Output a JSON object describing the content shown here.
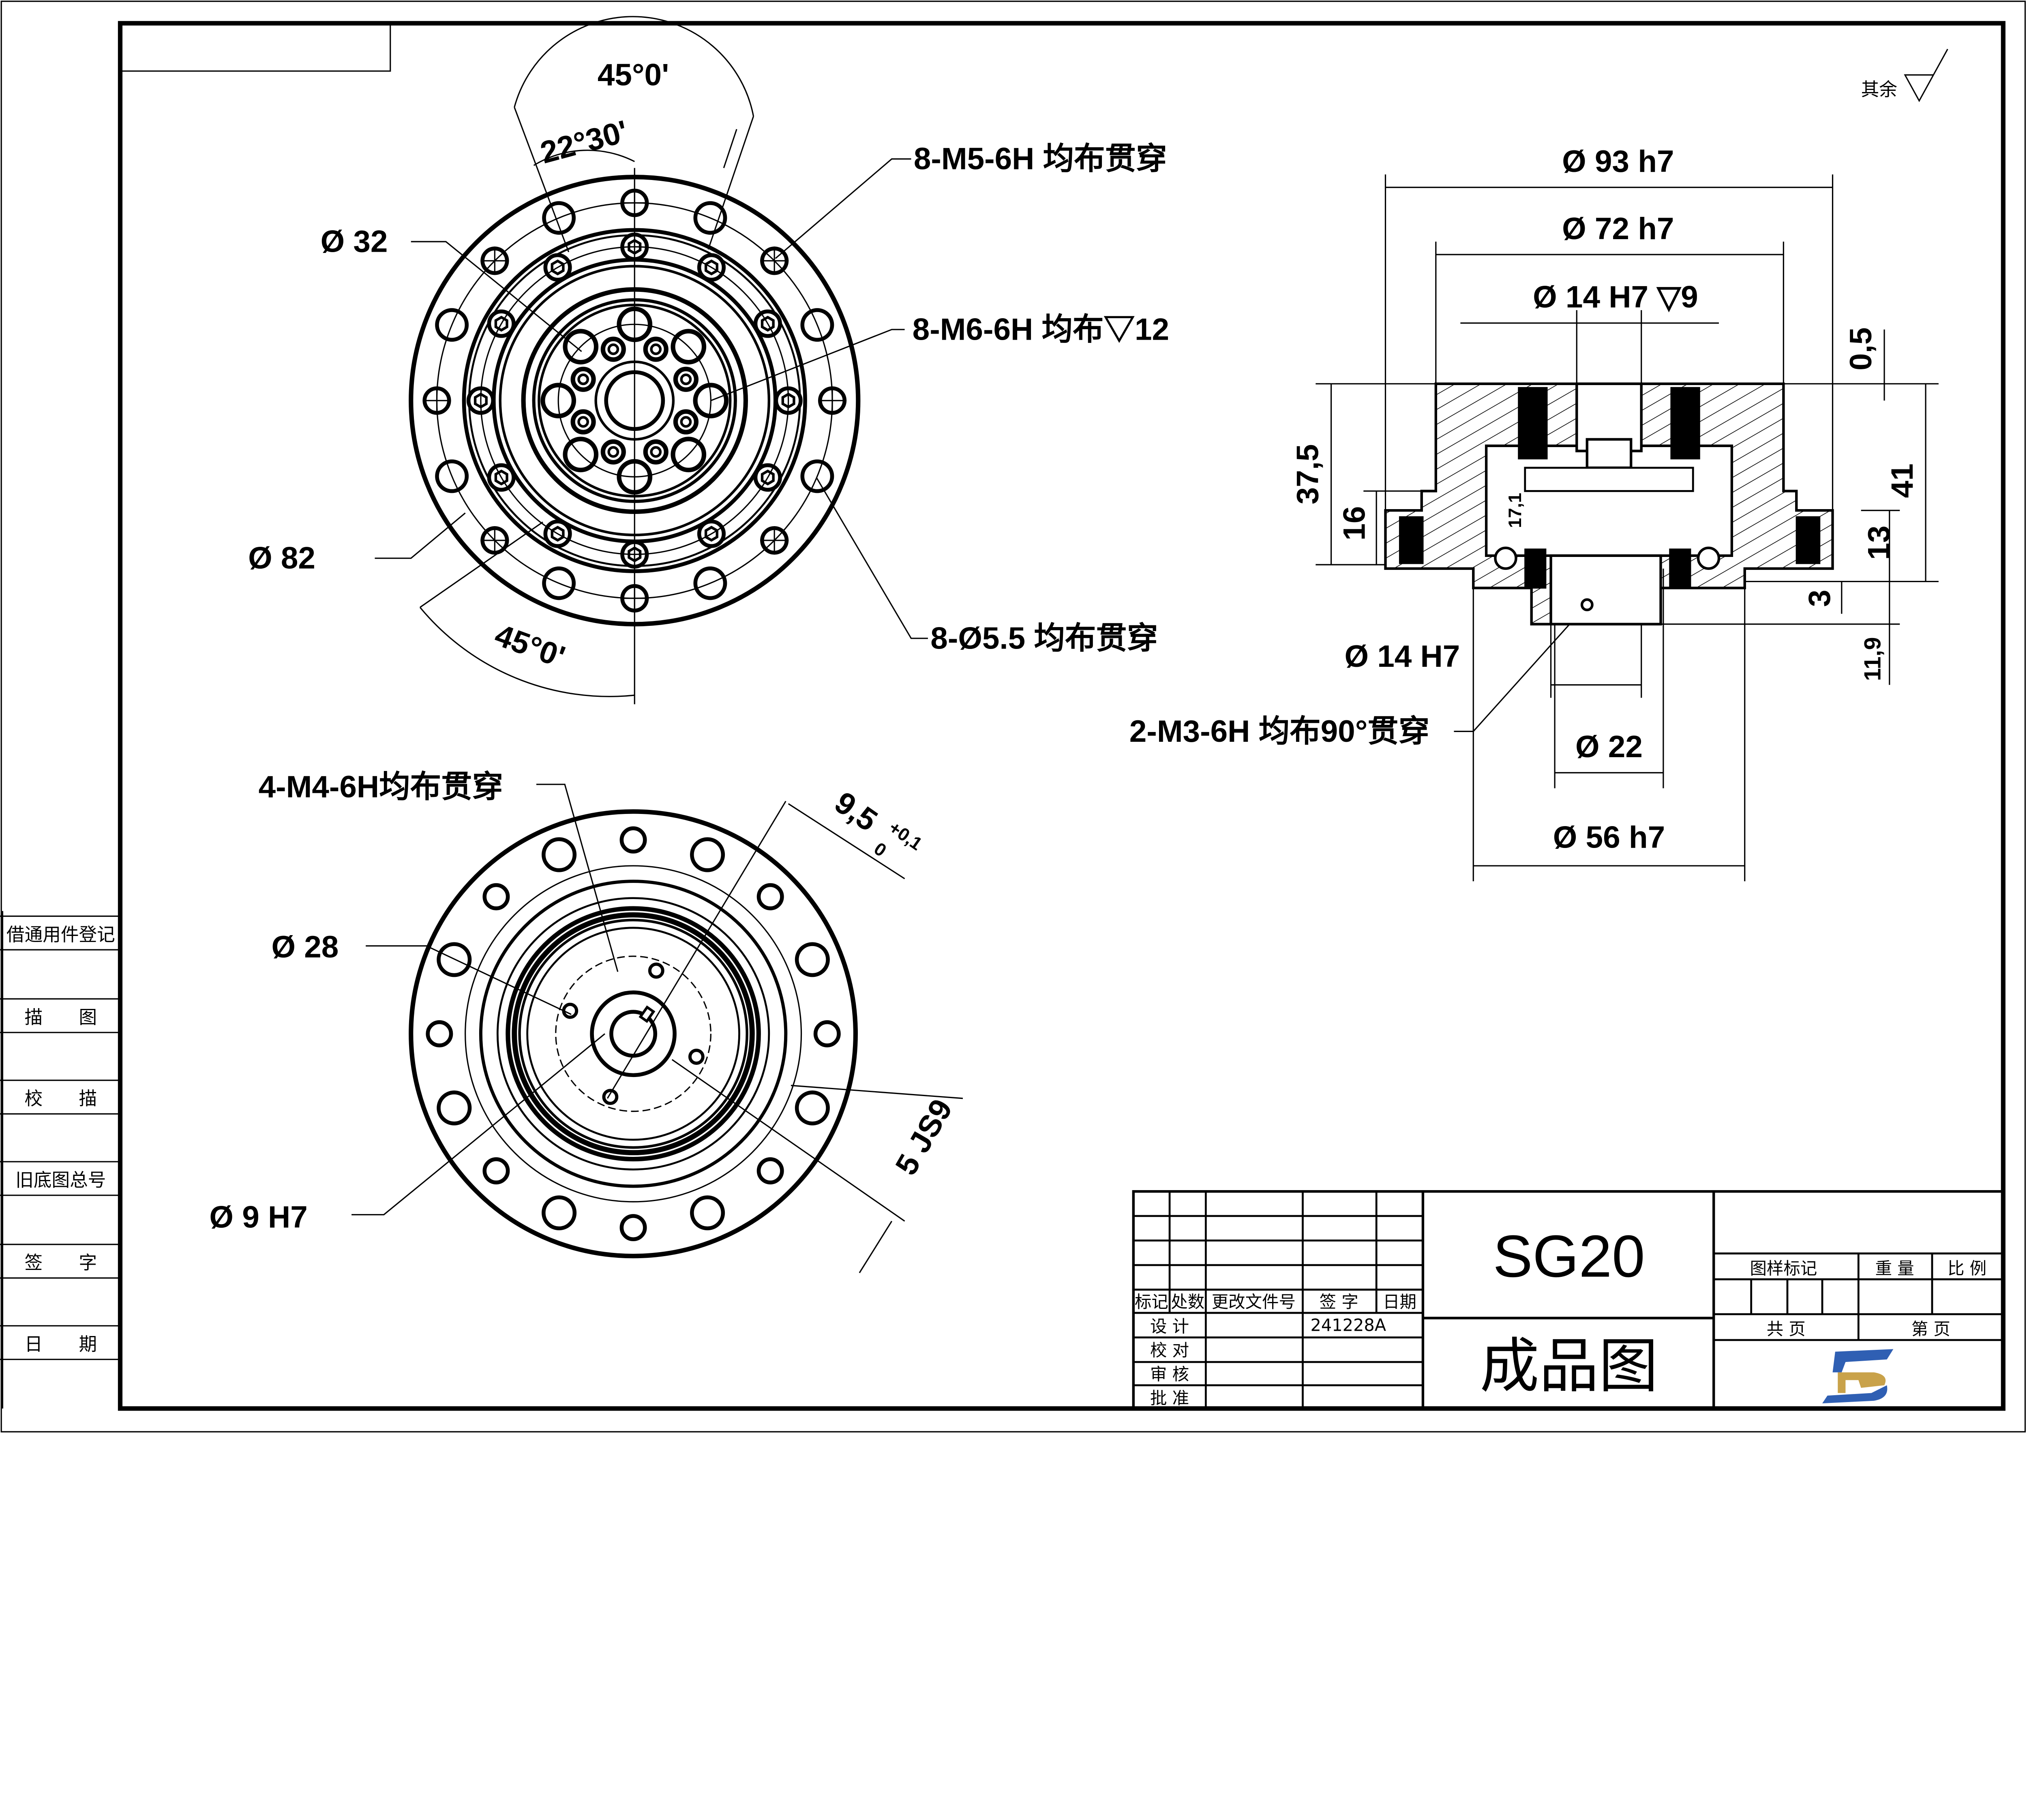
{
  "surface_finish": {
    "label": "其余"
  },
  "front_view": {
    "angle_top": "45°0'",
    "angle_half": "22°30'",
    "callout_m5": "8-M5-6H 均布贯穿",
    "callout_d32": "Ø  32",
    "callout_m6": "8-M6-6H 均布▽12",
    "callout_d82": "Ø  82",
    "callout_d55": "8-Ø5.5 均布贯穿",
    "angle_bottom": "45°0'"
  },
  "rear_view": {
    "callout_m4": "4-M4-6H均布贯穿",
    "callout_d28": "Ø  28",
    "callout_d9": "Ø  9  H7",
    "key_depth": "9,5",
    "key_depth_tol_upper": "+0,1",
    "key_depth_tol_lower": "0",
    "key_width": "5  JS9"
  },
  "section_view": {
    "d93": "Ø  93  h7",
    "d72": "Ø  72  h7",
    "d14_top": "Ø  14  H7  ▽9",
    "gap": "0,5",
    "h37_5": "37,5",
    "h16": "16",
    "h17_1": "17,1",
    "h41": "41",
    "h13": "13",
    "h3": "3",
    "h11_9": "11,9",
    "d14_bottom": "Ø  14  H7",
    "callout_m3": "2-M3-6H 均布90°贯穿",
    "d22": "Ø  22",
    "d56": "Ø  56  h7"
  },
  "side_column": [
    "借通用件登记",
    "描　　图",
    "校　　描",
    "旧底图总号",
    "签　　字",
    "日　　期"
  ],
  "title_block": {
    "model": "SG20",
    "drawing_name": "成品图",
    "revision_headers": [
      "标记",
      "处数",
      "更改文件号",
      "签 字",
      "日期"
    ],
    "roles": [
      "设 计",
      "校 对",
      "审 核",
      "批 准"
    ],
    "design_signature": "241228A",
    "sample_mark": "图样标记",
    "weight": "重 量",
    "scale": "比 例",
    "total_pages": "共  页",
    "page_no": "第  页",
    "logo_colors": {
      "blue": "#2f5fb3",
      "gold": "#c9a24a"
    }
  }
}
